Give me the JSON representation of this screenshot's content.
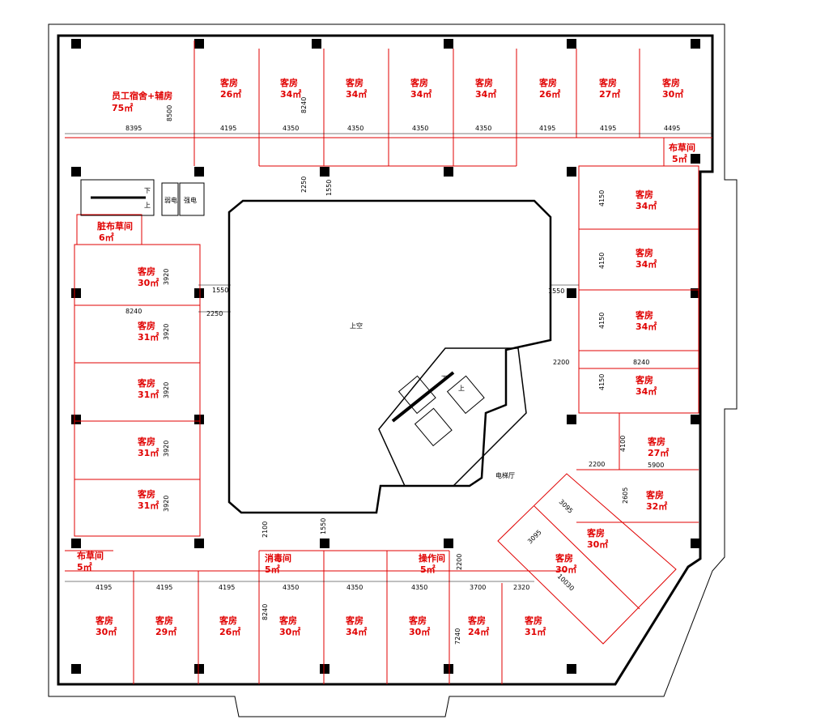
{
  "colors": {
    "wall": "#000000",
    "partition": "#e00000",
    "room_text": "#e00000",
    "dimension_text": "#000000"
  },
  "rooms": [
    {
      "id": "staff-dorm",
      "name": "员工宿舍+辅房",
      "area": "75㎡"
    },
    {
      "id": "top-1",
      "name": "客房",
      "area": "26㎡"
    },
    {
      "id": "top-2",
      "name": "客房",
      "area": "34㎡"
    },
    {
      "id": "top-3",
      "name": "客房",
      "area": "34㎡"
    },
    {
      "id": "top-4",
      "name": "客房",
      "area": "34㎡"
    },
    {
      "id": "top-5",
      "name": "客房",
      "area": "34㎡"
    },
    {
      "id": "top-6",
      "name": "客房",
      "area": "26㎡"
    },
    {
      "id": "top-7",
      "name": "客房",
      "area": "27㎡"
    },
    {
      "id": "top-8",
      "name": "客房",
      "area": "30㎡"
    },
    {
      "id": "linen-ne",
      "name": "布草间",
      "area": "5㎡"
    },
    {
      "id": "dirty-linen",
      "name": "脏布草间",
      "area": "6㎡"
    },
    {
      "id": "left-1",
      "name": "客房",
      "area": "30㎡"
    },
    {
      "id": "left-2",
      "name": "客房",
      "area": "31㎡"
    },
    {
      "id": "left-3",
      "name": "客房",
      "area": "31㎡"
    },
    {
      "id": "left-4",
      "name": "客房",
      "area": "31㎡"
    },
    {
      "id": "left-5",
      "name": "客房",
      "area": "31㎡"
    },
    {
      "id": "right-1",
      "name": "客房",
      "area": "34㎡"
    },
    {
      "id": "right-2",
      "name": "客房",
      "area": "34㎡"
    },
    {
      "id": "right-3",
      "name": "客房",
      "area": "34㎡"
    },
    {
      "id": "right-4",
      "name": "客房",
      "area": "34㎡"
    },
    {
      "id": "right-5",
      "name": "客房",
      "area": "27㎡"
    },
    {
      "id": "right-6",
      "name": "客房",
      "area": "32㎡"
    },
    {
      "id": "diag-1",
      "name": "客房",
      "area": "30㎡"
    },
    {
      "id": "diag-2",
      "name": "客房",
      "area": "30㎡"
    },
    {
      "id": "linen-sw",
      "name": "布草间",
      "area": "5㎡"
    },
    {
      "id": "disinfect",
      "name": "消毒间",
      "area": "5㎡"
    },
    {
      "id": "operation",
      "name": "操作间",
      "area": "5㎡"
    },
    {
      "id": "bot-1",
      "name": "客房",
      "area": "30㎡"
    },
    {
      "id": "bot-2",
      "name": "客房",
      "area": "29㎡"
    },
    {
      "id": "bot-3",
      "name": "客房",
      "area": "26㎡"
    },
    {
      "id": "bot-4",
      "name": "客房",
      "area": "30㎡"
    },
    {
      "id": "bot-5",
      "name": "客房",
      "area": "34㎡"
    },
    {
      "id": "bot-6",
      "name": "客房",
      "area": "30㎡"
    },
    {
      "id": "bot-7",
      "name": "客房",
      "area": "24㎡"
    },
    {
      "id": "bot-8",
      "name": "客房",
      "area": "31㎡"
    }
  ],
  "labels": {
    "void": "上空",
    "elevator_hall": "电梯厅",
    "stair_down": "下",
    "stair_up": "上",
    "weak_current": "弱电",
    "strong_current": "强电"
  },
  "dimensions": {
    "top_row": [
      "8395",
      "4195",
      "4350",
      "4350",
      "4350",
      "4350",
      "4195",
      "4195",
      "4495"
    ],
    "top_depth": "8500",
    "top_corridor_a": "8240",
    "top_corridor_b": "2250",
    "top_corridor_c": "1550",
    "left_rooms": [
      "3920",
      "3920",
      "3920",
      "3920",
      "3920"
    ],
    "left_width": "8240",
    "left_gap_a": "1550",
    "left_gap_b": "2250",
    "right_rooms": [
      "4150",
      "4150",
      "4150",
      "4150"
    ],
    "right_width": "8240",
    "right_gap_a": "1550",
    "right_gap_b": "2200",
    "right_lower_a": "4100",
    "right_lower_b": "5900",
    "right_lower_c": "2200",
    "right_lower_d": "2605",
    "diag_a": "3095",
    "diag_b": "3095",
    "diag_c": "10030",
    "bottom_row": [
      "4195",
      "4195",
      "4195",
      "4350",
      "4350",
      "4350",
      "3700",
      "2320"
    ],
    "bottom_depth": "8240",
    "bottom_right_depth": "7240",
    "bottom_gap_a": "2100",
    "bottom_gap_b": "1550",
    "bottom_gap_c": "2200"
  }
}
